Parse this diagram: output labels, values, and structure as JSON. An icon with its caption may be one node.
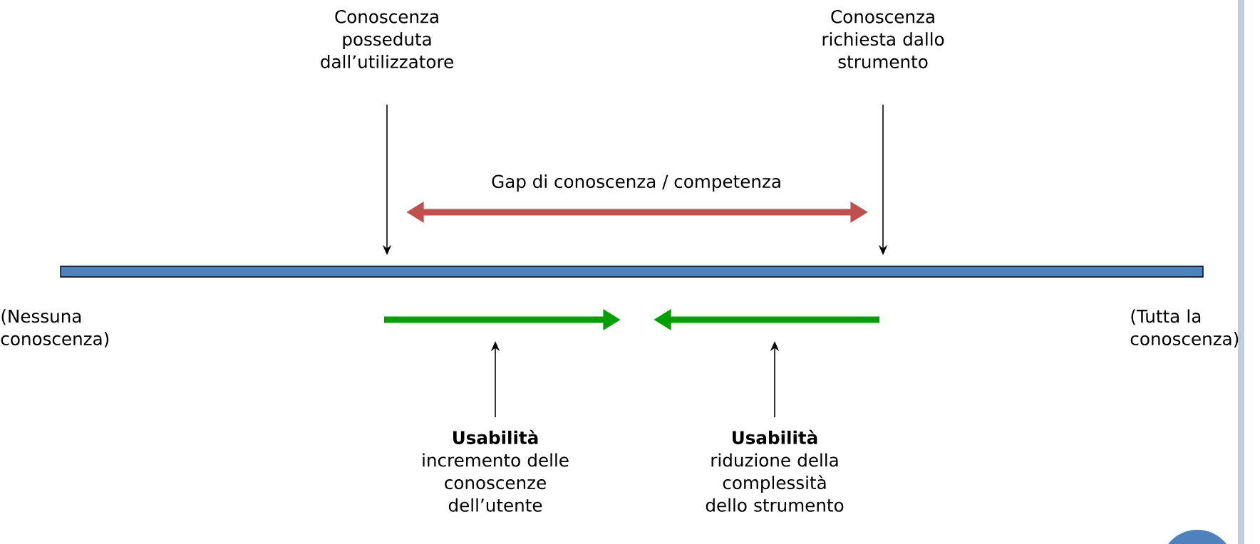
{
  "diagram": {
    "nodes": [
      {
        "text": [
          "Conoscenza posseduta dall’utilizzatore"
        ]
      },
      {
        "text": [
          "Conoscenza richiesta dallo strumento"
        ]
      },
      {
        "text": [],
        "shape": "bar"
      },
      {
        "text": [
          "Usabilità",
          "incremento delle conoscenze dell’utente"
        ]
      },
      {
        "text": [
          "Usabilità",
          "riduzione della complessità dello strumento"
        ]
      }
    ],
    "edges": [
      {
        "from": 0,
        "to": 2,
        "arrow": "to"
      },
      {
        "from": 1,
        "to": 2,
        "arrow": "to"
      },
      {
        "from": 3,
        "to": null,
        "arrow": "to"
      },
      {
        "from": 4,
        "to": null,
        "arrow": "to"
      }
    ],
    "labels": [
      "Gap di conoscenza / competenza",
      "(Nessuna conoscenza)",
      "(Tutta la conoscenza)"
    ]
  }
}
